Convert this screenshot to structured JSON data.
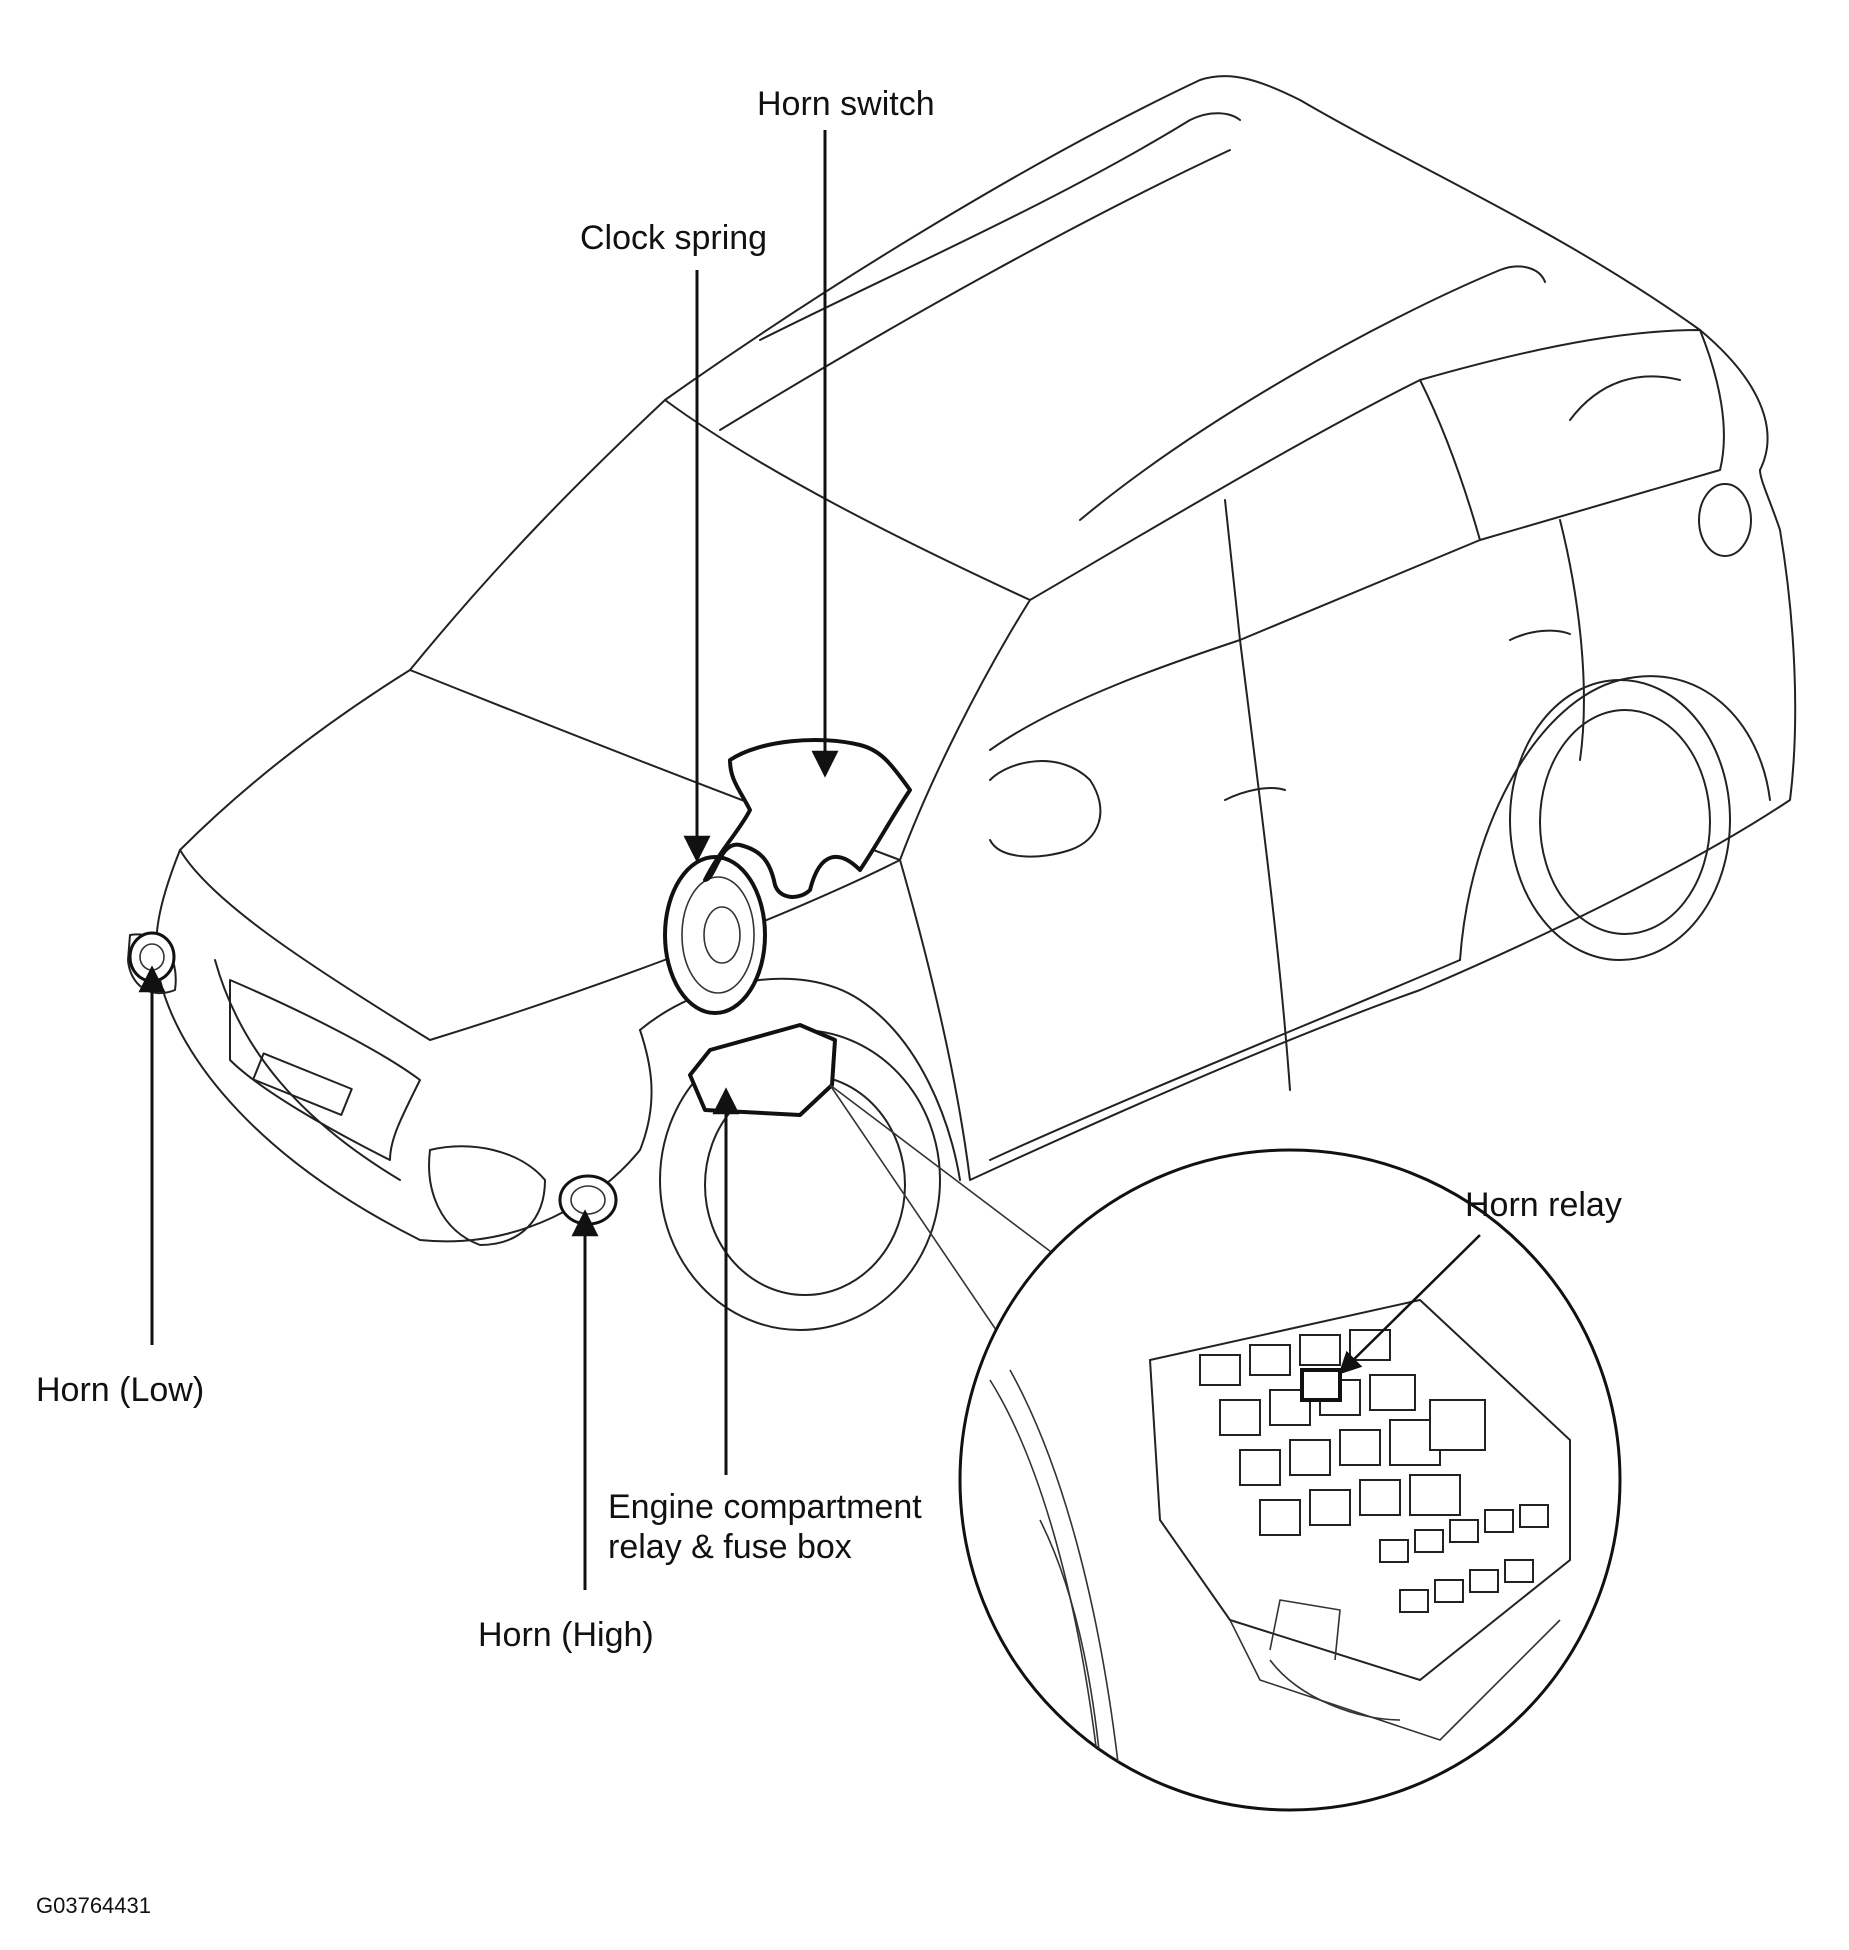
{
  "figure_code": "G03764431",
  "labels": {
    "horn_switch": "Horn switch",
    "clock_spring": "Clock spring",
    "horn_low": "Horn (Low)",
    "horn_high": "Horn (High)",
    "fuse_box_line1": "Engine compartment",
    "fuse_box_line2": "relay & fuse box",
    "horn_relay": "Horn relay"
  }
}
